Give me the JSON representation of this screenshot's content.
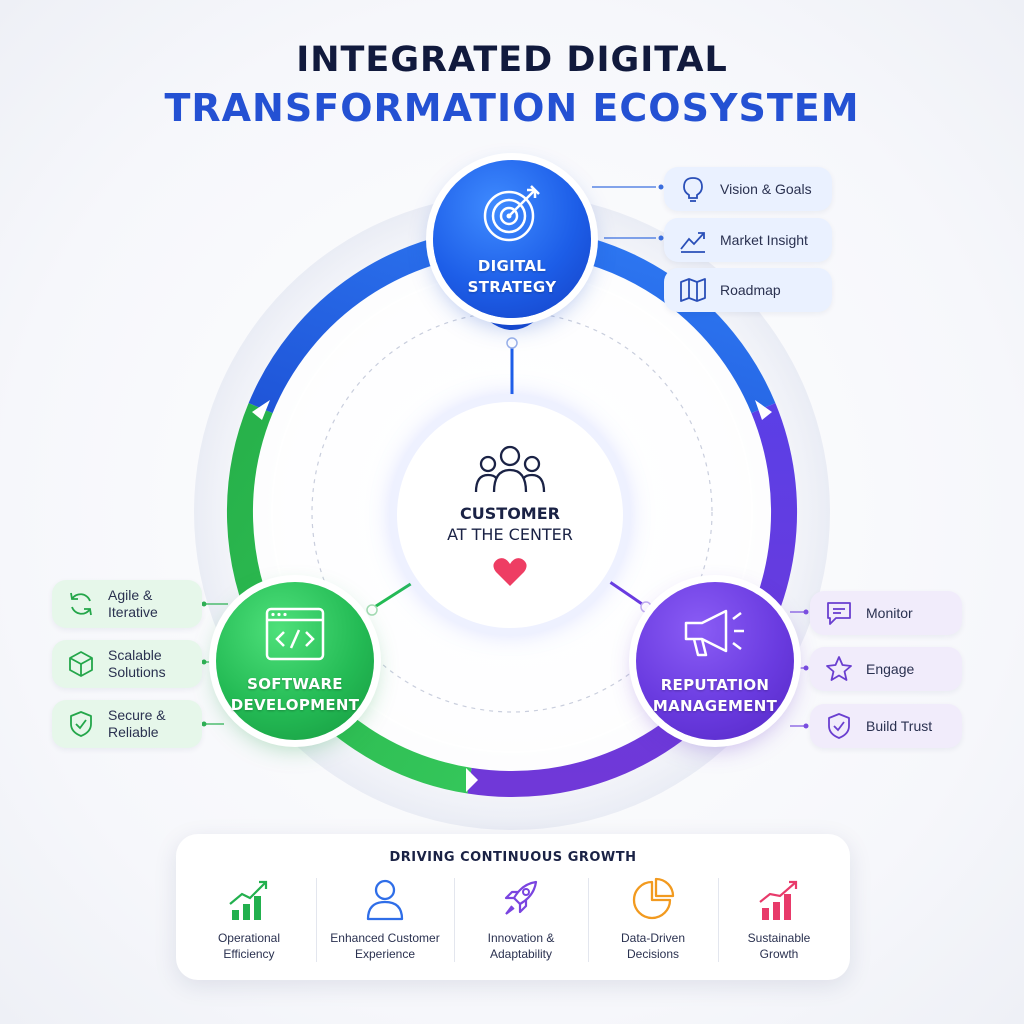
{
  "title": {
    "line1": "INTEGRATED DIGITAL",
    "line2": "TRANSFORMATION ECOSYSTEM"
  },
  "colors": {
    "strategy": "#1d5ee8",
    "software": "#24bb55",
    "reputation": "#6a3be0",
    "heart": "#ee3d63"
  },
  "center": {
    "title": "CUSTOMER",
    "subtitle": "AT THE CENTER",
    "icon": "users-icon"
  },
  "nodes": {
    "strategy": {
      "line1": "DIGITAL",
      "line2": "STRATEGY",
      "icon": "target-icon"
    },
    "software": {
      "line1": "SOFTWARE",
      "line2": "DEVELOPMENT",
      "icon": "code-window-icon"
    },
    "reputation": {
      "line1": "REPUTATION",
      "line2": "MANAGEMENT",
      "icon": "megaphone-icon"
    }
  },
  "strategy_items": [
    {
      "label": "Vision & Goals",
      "icon": "lightbulb-icon"
    },
    {
      "label": "Market Insight",
      "icon": "trend-chart-icon"
    },
    {
      "label": "Roadmap",
      "icon": "map-icon"
    }
  ],
  "software_items": [
    {
      "line1": "Agile &",
      "line2": "Iterative",
      "icon": "refresh-icon"
    },
    {
      "line1": "Scalable",
      "line2": "Solutions",
      "icon": "cube-icon"
    },
    {
      "line1": "Secure &",
      "line2": "Reliable",
      "icon": "shield-check-icon"
    }
  ],
  "reputation_items": [
    {
      "label": "Monitor",
      "icon": "chat-icon"
    },
    {
      "label": "Engage",
      "icon": "star-icon"
    },
    {
      "label": "Build Trust",
      "icon": "shield-check-icon"
    }
  ],
  "growth": {
    "title": "DRIVING CONTINUOUS GROWTH",
    "items": [
      {
        "line1": "Operational",
        "line2": "Efficiency",
        "icon": "bar-growth-icon",
        "color": "#22b04e"
      },
      {
        "line1": "Enhanced Customer",
        "line2": "Experience",
        "icon": "user-icon",
        "color": "#2f6ee8"
      },
      {
        "line1": "Innovation &",
        "line2": "Adaptability",
        "icon": "rocket-icon",
        "color": "#7a44e0"
      },
      {
        "line1": "Data-Driven",
        "line2": "Decisions",
        "icon": "pie-icon",
        "color": "#f29a1f"
      },
      {
        "line1": "Sustainable",
        "line2": "Growth",
        "icon": "bar-growth-icon",
        "color": "#e83a6a"
      }
    ]
  }
}
